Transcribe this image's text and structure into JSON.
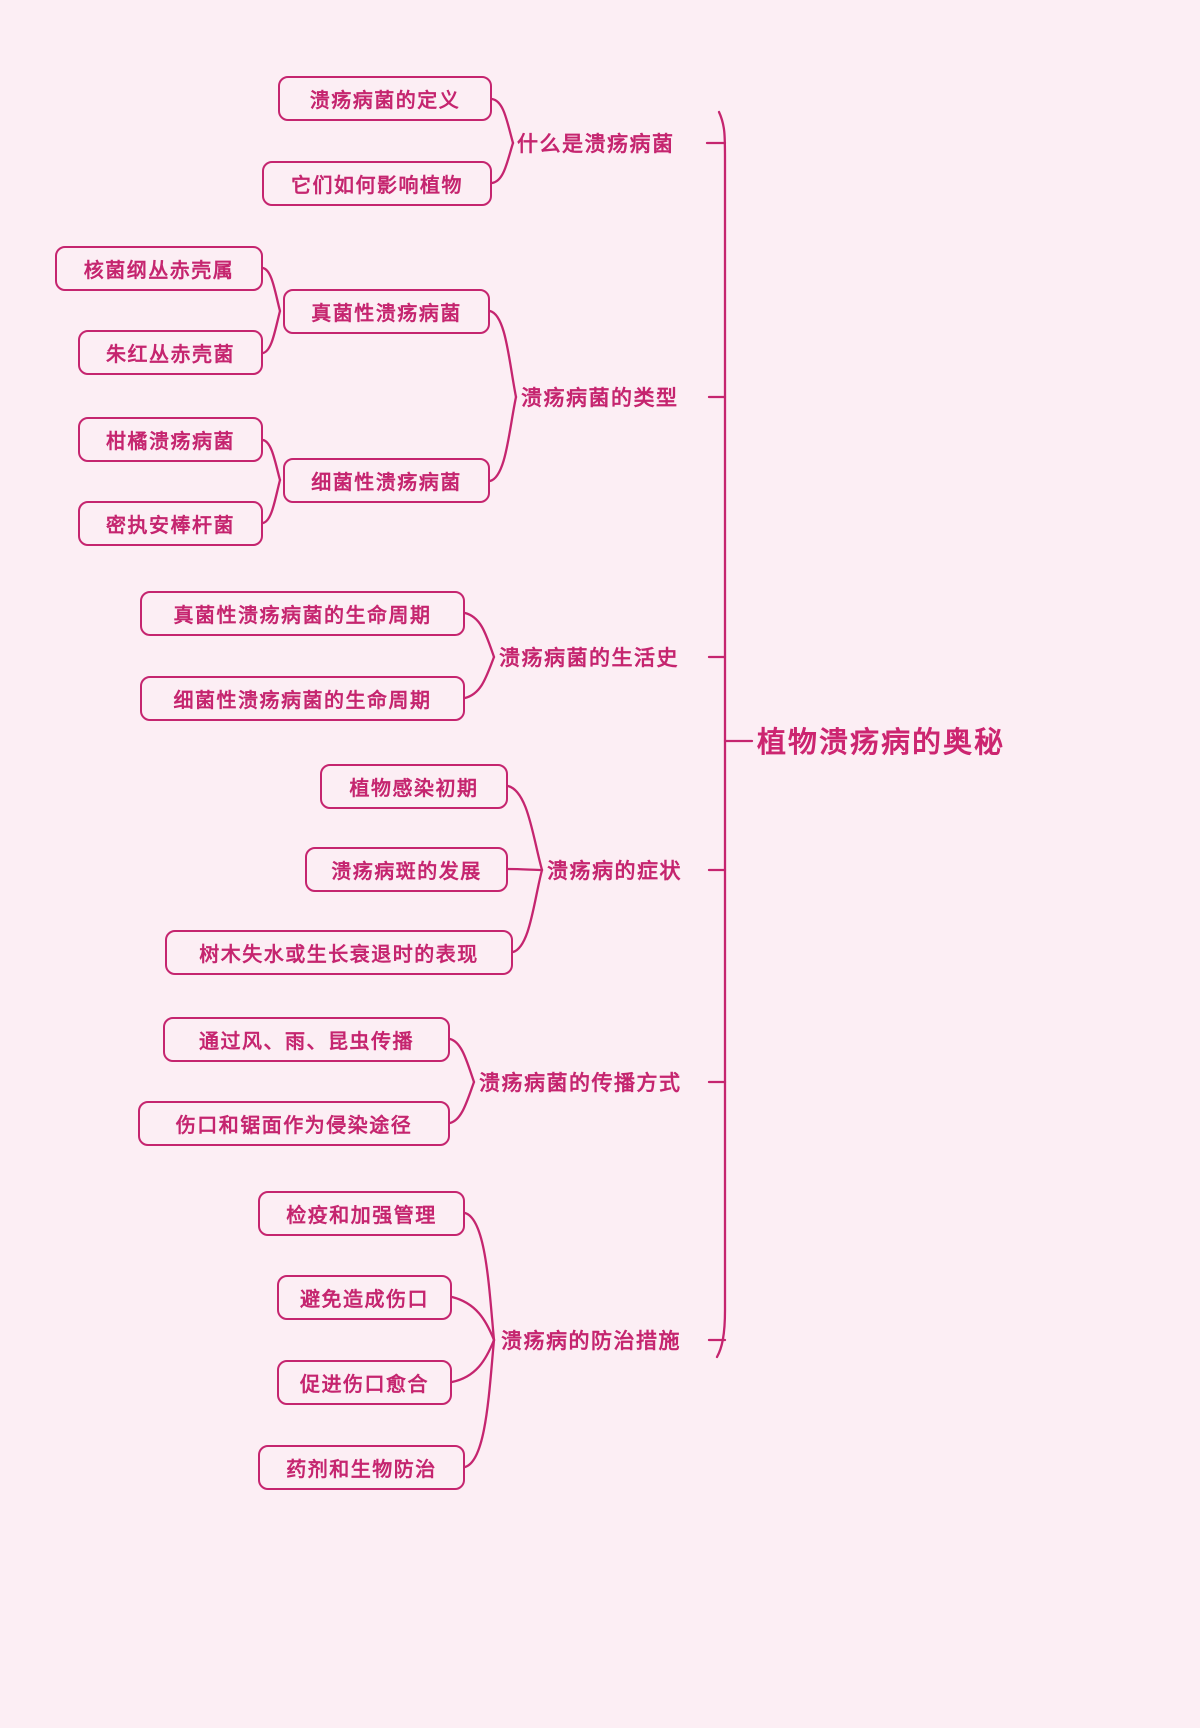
{
  "colors": {
    "background": "#fceef4",
    "accent": "#c5256f",
    "root_text": "#cc2570"
  },
  "root": {
    "label": "植物溃疡病的奥秘"
  },
  "branches": [
    {
      "label": "什么是溃疡病菌",
      "children": [
        {
          "label": "溃疡病菌的定义"
        },
        {
          "label": "它们如何影响植物"
        }
      ]
    },
    {
      "label": "溃疡病菌的类型",
      "children": [
        {
          "label": "真菌性溃疡病菌",
          "children": [
            {
              "label": "核菌纲丛赤壳属"
            },
            {
              "label": "朱红丛赤壳菌"
            }
          ]
        },
        {
          "label": "细菌性溃疡病菌",
          "children": [
            {
              "label": "柑橘溃疡病菌"
            },
            {
              "label": "密执安棒杆菌"
            }
          ]
        }
      ]
    },
    {
      "label": "溃疡病菌的生活史",
      "children": [
        {
          "label": "真菌性溃疡病菌的生命周期"
        },
        {
          "label": "细菌性溃疡病菌的生命周期"
        }
      ]
    },
    {
      "label": "溃疡病的症状",
      "children": [
        {
          "label": "植物感染初期"
        },
        {
          "label": "溃疡病斑的发展"
        },
        {
          "label": "树木失水或生长衰退时的表现"
        }
      ]
    },
    {
      "label": "溃疡病菌的传播方式",
      "children": [
        {
          "label": "通过风、雨、昆虫传播"
        },
        {
          "label": "伤口和锯面作为侵染途径"
        }
      ]
    },
    {
      "label": "溃疡病的防治措施",
      "children": [
        {
          "label": "检疫和加强管理"
        },
        {
          "label": "避免造成伤口"
        },
        {
          "label": "促进伤口愈合"
        },
        {
          "label": "药剂和生物防治"
        }
      ]
    }
  ]
}
